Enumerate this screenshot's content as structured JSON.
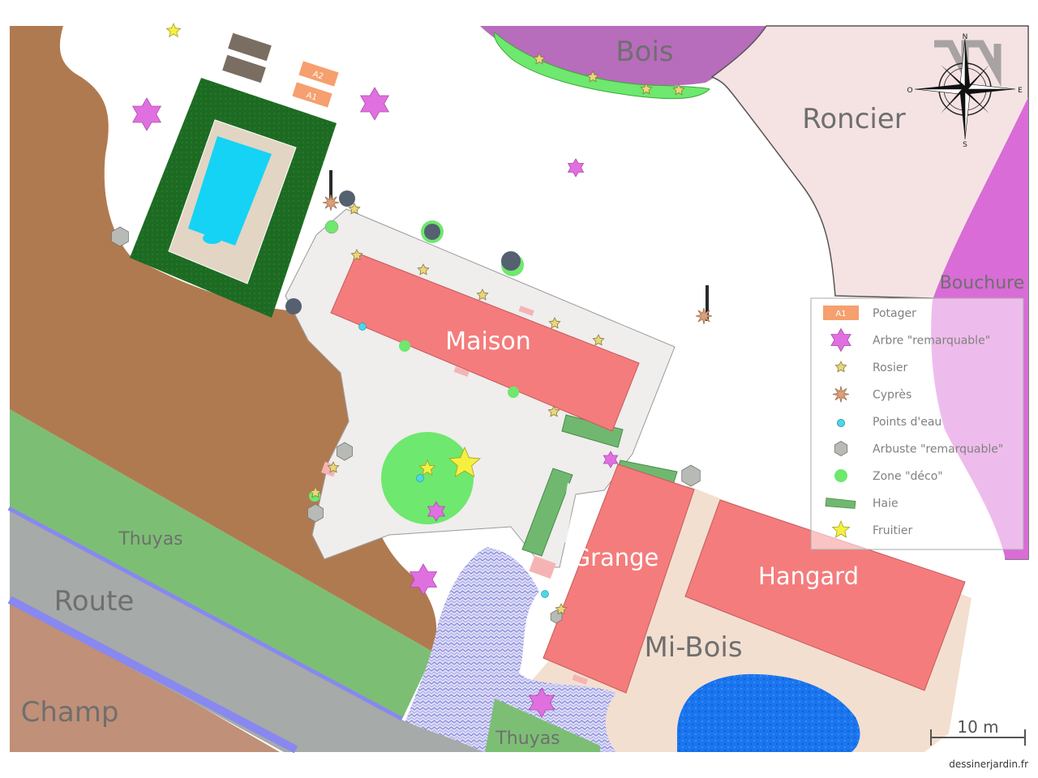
{
  "map": {
    "labels": {
      "bois": "Bois",
      "roncier": "Roncier",
      "bouchure": "Bouchure",
      "maison": "Maison",
      "grange": "Grange",
      "hangard": "Hangard",
      "mi_bois": "Mi-Bois",
      "thuyas_left": "Thuyas",
      "thuyas_bottom": "Thuyas",
      "route": "Route",
      "champ": "Champ",
      "plot_a1": "A1",
      "plot_a2": "A2"
    },
    "compass": {
      "n": "N",
      "s": "S",
      "e": "E",
      "o": "O"
    },
    "scale_label": "10 m",
    "credit": "dessinerjardin.fr"
  },
  "legend": {
    "items": [
      {
        "label": "Potager",
        "symbol": "potager",
        "badge": "A1",
        "color": "#f5a06e"
      },
      {
        "label": "Arbre \"remarquable\"",
        "symbol": "star6",
        "color": "#e070e0"
      },
      {
        "label": "Rosier",
        "symbol": "rosier",
        "color": "#e8d77a"
      },
      {
        "label": "Cyprès",
        "symbol": "cypres",
        "color": "#d9a07a"
      },
      {
        "label": "Points d'eau",
        "symbol": "water",
        "color": "#4fd7e8"
      },
      {
        "label": "Arbuste \"remarquable\"",
        "symbol": "hexagon",
        "color": "#b8bab5"
      },
      {
        "label": "Zone \"déco\"",
        "symbol": "circle",
        "color": "#6ee86e"
      },
      {
        "label": "Haie",
        "symbol": "hedge",
        "color": "#70b870"
      },
      {
        "label": "Fruitier",
        "symbol": "star5",
        "color": "#f5f040"
      }
    ]
  },
  "colors": {
    "building": "#f47c7c",
    "terrace": "#f0eded",
    "pool": "#15d3f5",
    "pool_frame": "#1d6b23",
    "earth": "#b07a50",
    "grass": "#7cbf74",
    "road": "#a6aaa8",
    "road_edge": "#8888f0",
    "field": "#c09078",
    "bois": "#b86cbc",
    "roncier": "#f5e3e3",
    "bouchure": "#d96cd6",
    "mi_bois": "#f3dfd0",
    "pond": "#1a75ee",
    "deco": "#6ee86e"
  }
}
